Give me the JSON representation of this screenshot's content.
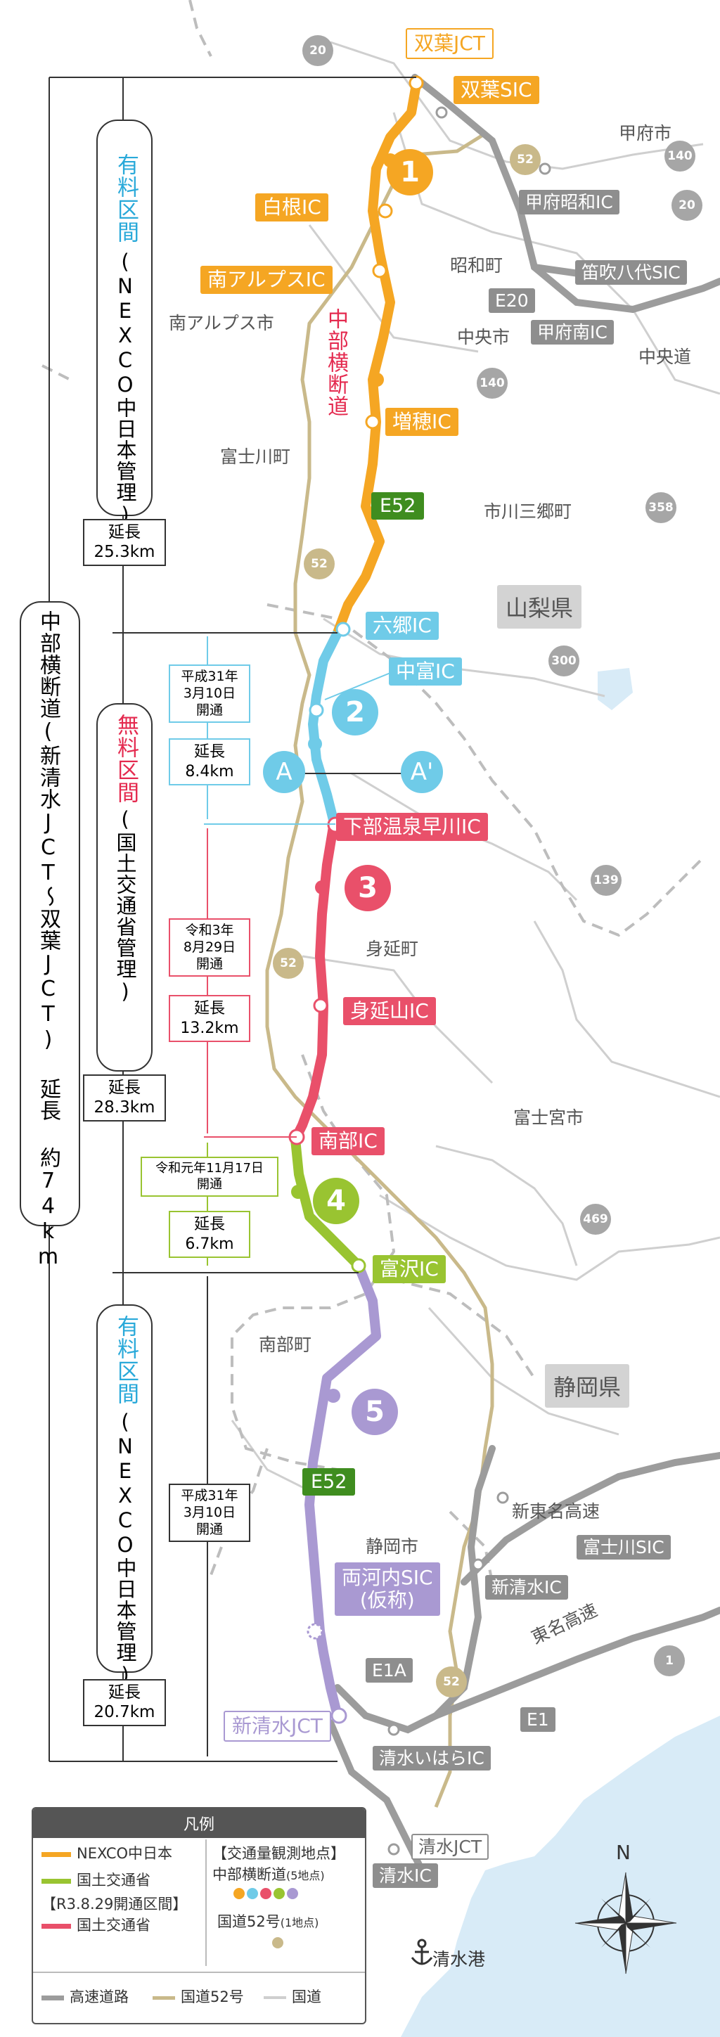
{
  "jct_labels": {
    "futaba_jct": "双葉JCT",
    "futaba_sic": "双葉SIC",
    "kofu_showa_ic": "甲府昭和IC",
    "fuefuki_yatsushiro_sic": "笛吹八代SIC",
    "kofu_minami_ic": "甲府南IC",
    "shin_shimizu_jct": "新清水JCT",
    "shimizu_ihara_ic": "清水いはらIC",
    "shimizu_jct": "清水JCT",
    "shimizu_ic": "清水IC",
    "fujikawa_sic": "富士川SIC",
    "shin_shimizu_ic": "新清水IC"
  },
  "route_ics": {
    "shirane_ic": "白根IC",
    "minami_alps_ic": "南アルプスIC",
    "masuho_ic": "増穂IC",
    "rokugo_ic": "六郷IC",
    "nakatomi_ic": "中富IC",
    "shimobe_ic": "下部温泉早川IC",
    "minobusan_ic": "身延山IC",
    "nanbu_ic": "南部IC",
    "tomizawa_ic": "富沢IC",
    "ryogouchi_sic": "両河内SIC\n(仮称)"
  },
  "route_name": "中部横断道",
  "route_sections": [
    "1",
    "2",
    "3",
    "4",
    "5"
  ],
  "section_a": "A",
  "section_a_prime": "A'",
  "highway_codes": {
    "e52_upper": "E52",
    "e52_lower": "E52",
    "e20": "E20",
    "e1a": "E1A",
    "e1": "E1",
    "chuo_do": "中央道",
    "shin_tomei": "新東名高速",
    "tomei": "東名高速"
  },
  "road_shields": {
    "r20_top": "20",
    "r20_right": "20",
    "r52_top": "52",
    "r140_top": "140",
    "r140_mid": "140",
    "r358": "358",
    "r52_mid": "52",
    "r300": "300",
    "r139": "139",
    "r52_low": "52",
    "r469": "469",
    "r52_bottom": "52",
    "r1": "1"
  },
  "places": {
    "kofu": "甲府市",
    "showa": "昭和町",
    "chuo": "中央市",
    "minami_alps": "南アルプス市",
    "fujikawa": "富士川町",
    "ichikawamisato": "市川三郷町",
    "minobu": "身延町",
    "fujinomiya": "富士宮市",
    "nanbu": "南部町",
    "shizuoka": "静岡市",
    "shimizu_port": "清水港"
  },
  "prefectures": {
    "yamanashi": "山梨県",
    "shizuoka": "静岡県"
  },
  "compass": "N",
  "left_panel": {
    "overall": "中部横断道(新清水JCT〜双葉JCT) 延長 約74km",
    "toll_upper": "有料区間",
    "toll_upper_sub": "(NEXCO中日本管理)",
    "toll_upper_len": "延長\n25.3km",
    "free": "無料区間",
    "free_sub": "(国土交通省管理)",
    "free_len": "延長\n28.3km",
    "toll_lower": "有料区間",
    "toll_lower_sub": "(NEXCO中日本管理)",
    "toll_lower_len": "延長\n20.7km"
  },
  "segment_info": {
    "blue_date": "平成31年\n3月10日\n開通",
    "blue_len": "延長\n8.4km",
    "red_date": "令和3年\n8月29日\n開通",
    "red_len": "延長\n13.2km",
    "green_date": "令和元年11月17日\n開通",
    "green_len": "延長\n6.7km",
    "purple_date": "平成31年\n3月10日\n開通"
  },
  "legend": {
    "title": "凡例",
    "nexco": "NEXCO中日本",
    "mlit": "国土交通省",
    "r3_section": "【R3.8.29開通区間】",
    "r3_mlit": "国土交通省",
    "obs_title": "【交通量観測地点】",
    "obs_route": "中部横断道",
    "obs_route_count": "(5地点)",
    "obs_r52": "国道52号",
    "obs_r52_count": "(1地点)",
    "expressway": "高速道路",
    "r52": "国道52号",
    "national": "国道"
  },
  "colors": {
    "nexco_orange": "#f5a623",
    "mlit_blue": "#6fcbe8",
    "mlit_red": "#e9506a",
    "mlit_green": "#99c431",
    "nexco_purple": "#a999d2",
    "toll_text_blue": "#29a9d9",
    "free_text_red": "#e42a4f",
    "route52": "#c9b98a",
    "expressway_gray": "#9c9c9c",
    "sea": "#cfe6f5"
  }
}
